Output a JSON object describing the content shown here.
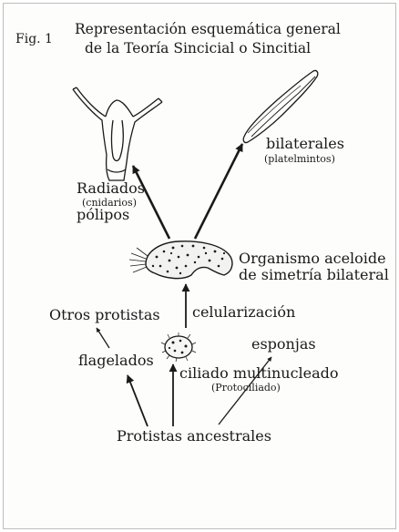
{
  "figure": {
    "fig_label": "Fig. 1",
    "title_line1": "Representación esquemática general",
    "title_line2": "de la Teoría Sincicial o Sincitial"
  },
  "nodes": {
    "radiados": {
      "line1": "Radiados",
      "line2": "(cnidarios)",
      "line3": "pólipos"
    },
    "bilaterales": {
      "line1": "bilaterales",
      "line2": "(platelmintos)"
    },
    "organismo": {
      "line1": "Organismo aceloide",
      "line2": "de simetría bilateral"
    },
    "celularizacion": "celularización",
    "otros_protistas": "Otros protistas",
    "flagelados": "flagelados",
    "esponjas": "esponjas",
    "ciliado": {
      "line1": "ciliado multinucleado",
      "line2": "(Protociliado)"
    },
    "protistas_ancestrales": "Protistas ancestrales"
  },
  "icons": [
    "polyp-drawing",
    "flatworm-drawing",
    "acoeloid-organism-drawing",
    "ciliate-drawing"
  ],
  "colors": {
    "ink": "#1a1a1a",
    "frame": "#bdbdbd",
    "background": "#fdfdfc"
  }
}
